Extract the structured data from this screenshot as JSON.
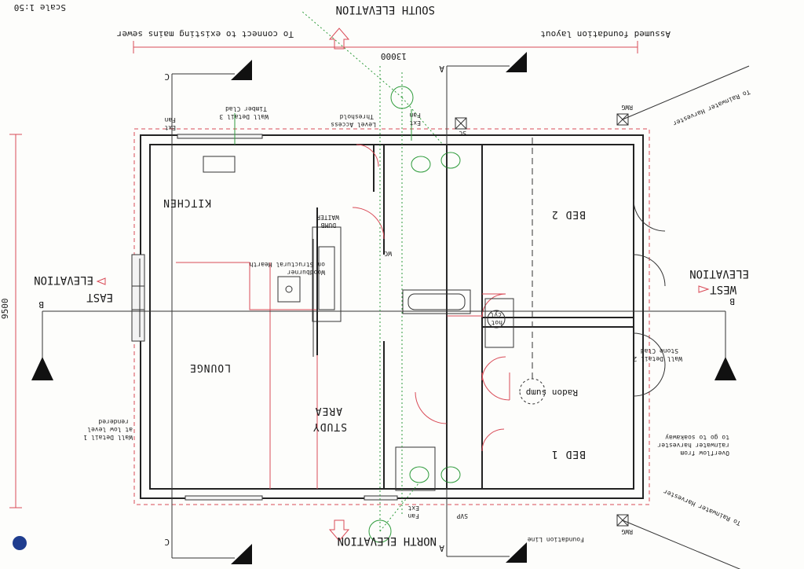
{
  "drawing": {
    "scale": "Scale 1:50",
    "title": "Assumed  foundation layout",
    "sewer_note": "To connect to existing mains sewer",
    "dimension_width": "13000",
    "dimension_depth": "9500",
    "rooms": {
      "kitchen": "KITCHEN",
      "lounge": "LOUNGE",
      "study_line1": "STUDY",
      "study_line2": "AREA",
      "bed1": "BED 1",
      "bed2": "BED 2"
    },
    "elevations": {
      "north": "NORTH  ELEVATION",
      "south": "SOUTH  ELEVATION",
      "east_line1": "EAST",
      "east_line2": "ELEVATION",
      "west_line1": "WEST",
      "west_line2": "ELEVATION"
    },
    "section_markers": {
      "a": "A",
      "b": "B",
      "c": "C"
    },
    "notes": {
      "woodburner_line1": "Woodburner",
      "woodburner_line2": "on Structural Hearth",
      "dumb_waiter_line1": "DUMB",
      "dumb_waiter_line2": "WAITER",
      "wall_detail_1_line1": "Wall Detail 1",
      "wall_detail_1_line2": "at low level",
      "wall_detail_1_line3": "rendered",
      "wall_detail_2_line1": "Wall Detail 2",
      "wall_detail_2_line2": "Stone Clad",
      "wall_detail_3_line1": "Wall Detail 3",
      "wall_detail_3_line2": "Timber Clad",
      "level_access_line1": "Level Access",
      "level_access_line2": "Threshold",
      "ext_fan_line1": "Ext",
      "ext_fan_line2": "Fan",
      "rwg": "RWG",
      "rainwater_harvester": "To Rainwater Harvester",
      "overflow_line1": "Overflow from",
      "overflow_line2": "rainwater harvester",
      "overflow_line3": "to go to soakaway",
      "radon_sump": "Radon sump",
      "foundation_line": "Foundation Line",
      "svp": "SVP",
      "sc": "SC",
      "hot_line1": "hot",
      "hot_line2": "cyl",
      "wc": "WC"
    }
  }
}
